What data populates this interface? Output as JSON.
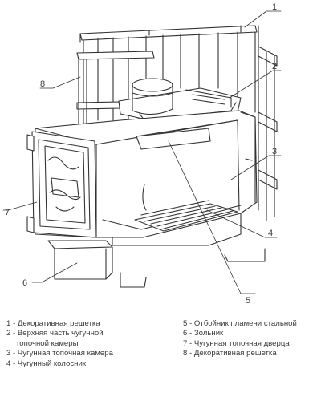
{
  "callouts": [
    "1",
    "2",
    "3",
    "4",
    "5",
    "6",
    "7",
    "8"
  ],
  "legend": {
    "left": [
      {
        "num": "1",
        "text": "Декоративная решетка"
      },
      {
        "num": "2",
        "text": "Верхняя часть чугунной",
        "cont": "топочной камеры"
      },
      {
        "num": "3",
        "text": "Чугунная топочная камера"
      },
      {
        "num": "4",
        "text": "Чугунный колосник"
      }
    ],
    "right": [
      {
        "num": "5",
        "text": "Отбойник пламени стальной"
      },
      {
        "num": "6",
        "text": "Зольник"
      },
      {
        "num": "7",
        "text": "Чугунная топочная дверца"
      },
      {
        "num": "8",
        "text": "Декоративная решетка"
      }
    ]
  },
  "line_color": "#333333",
  "text_color": "#3a3a3a"
}
